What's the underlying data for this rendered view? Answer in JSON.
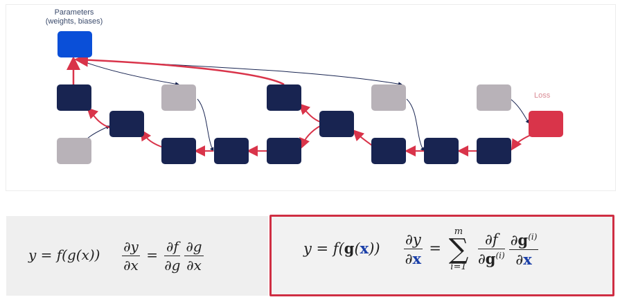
{
  "diagram": {
    "params_label_line1": "Parameters",
    "params_label_line2": "(weights, biases)",
    "loss_label": "Loss",
    "colors": {
      "navy": "#182451",
      "gray": "#b8b2b8",
      "blue": "#0a4fd8",
      "red": "#d9344a"
    }
  },
  "formula_left": {
    "lhs": "y = f(g(x))",
    "num1": "∂y",
    "den1": "∂x",
    "num2": "∂f",
    "den2": "∂g",
    "num3": "∂g",
    "den3": "∂x"
  },
  "formula_right": {
    "lhs_y": "y = f(",
    "lhs_g": "g",
    "lhs_x": "x",
    "lhs_close": "))",
    "sum_top": "m",
    "sum_bottom": "i=1",
    "sigma": "∑"
  }
}
